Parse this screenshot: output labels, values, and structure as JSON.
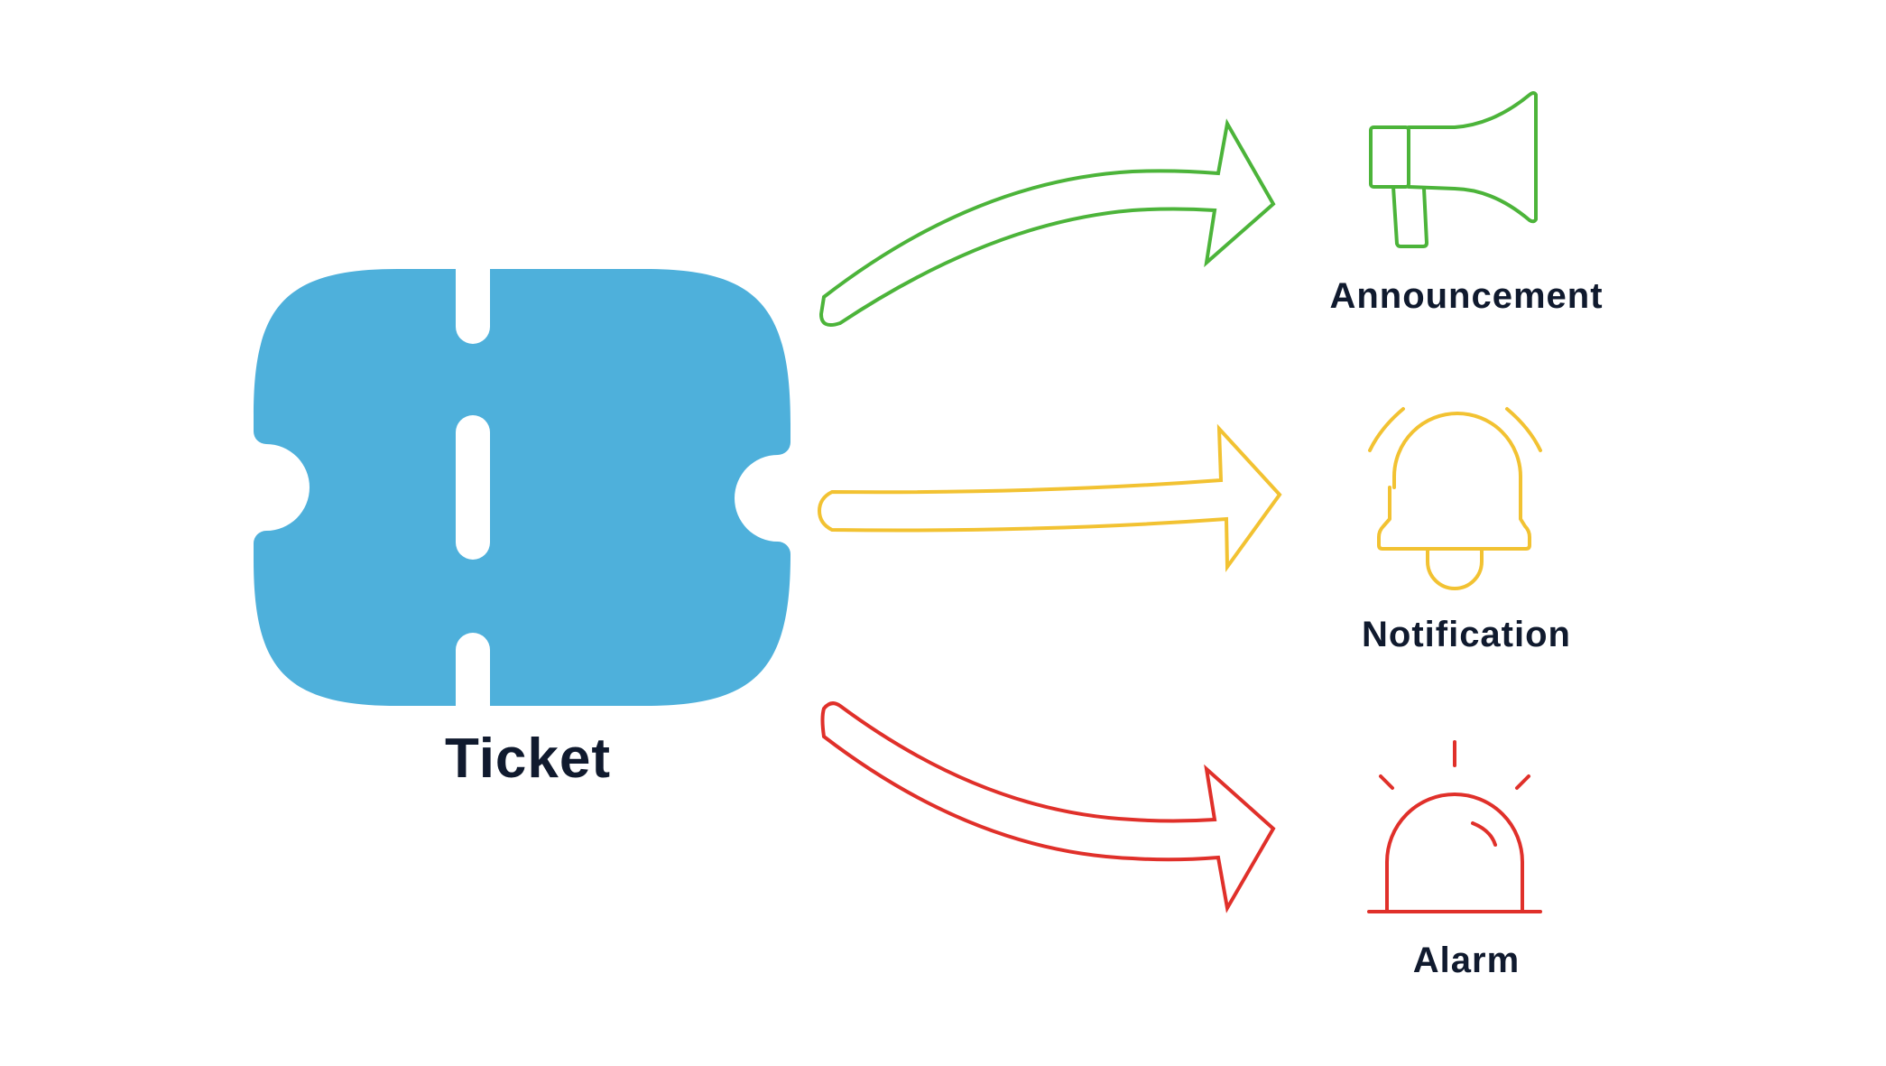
{
  "source": {
    "label": "Ticket",
    "icon": "ticket-icon",
    "color": "#4eb0db"
  },
  "targets": [
    {
      "label": "Announcement",
      "icon": "megaphone-icon",
      "color": "#4cb43a"
    },
    {
      "label": "Notification",
      "icon": "bell-icon",
      "color": "#f2c232"
    },
    {
      "label": "Alarm",
      "icon": "siren-icon",
      "color": "#e0302a"
    }
  ],
  "label_color": "#101a2e"
}
